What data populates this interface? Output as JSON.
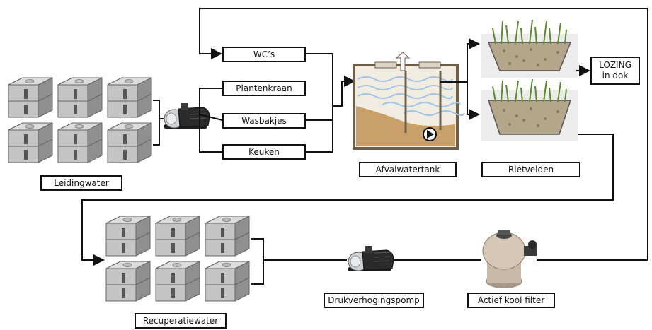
{
  "labels": {
    "wcs": "WC’s",
    "plantenkraan": "Plantenkraan",
    "wasbakjes": "Wasbakjes",
    "keuken": "Keuken",
    "leidingwater": "Leidingwater",
    "afvalwatertank": "Afvalwatertank",
    "rietvelden": "Rietvelden",
    "lozing_line1": "LOZING",
    "lozing_line2": "in dok",
    "recuperatiewater": "Recuperatiewater",
    "drukverhogingspomp": "Drukverhogingspomp",
    "actief_kool_filter": "Actief kool filter"
  },
  "colors": {
    "line": "#111111",
    "tank_light": "#cfcfcf",
    "tank_mid": "#b3b3b3",
    "tank_dark": "#8e8e8e",
    "sludge": "#c9a06a",
    "water": "#9fc4e6",
    "reed": "#5b8c2a",
    "gravel": "#b5a58a",
    "pump_body": "#2b2b2b",
    "filter": "#c8b8a6"
  },
  "icons": {
    "tank_stack": "ibc-water-tank-icon",
    "pump": "booster-pump-icon",
    "filter": "sand-filter-icon",
    "wastewater_tank": "wastewater-tank-icon",
    "reed_bed": "reed-bed-icon"
  }
}
